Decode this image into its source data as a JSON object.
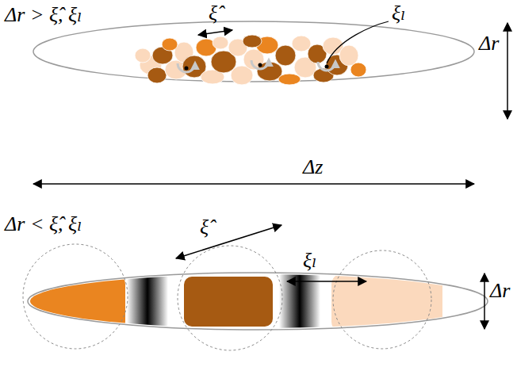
{
  "diagram": {
    "labels": [
      "Δr > ξ̂, ξₗ",
      "ξ̂",
      "ξₗ",
      "Δr",
      "Δz",
      "Δr < ξ̂, ξₗ",
      "ξ̂",
      "ξₗ",
      "Δr"
    ]
  }
}
